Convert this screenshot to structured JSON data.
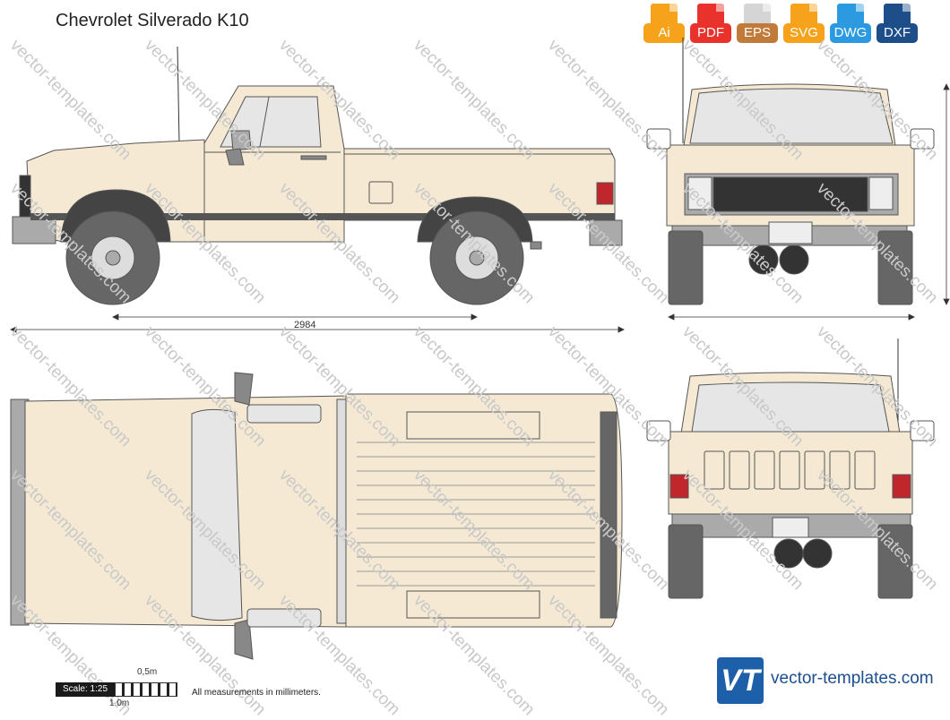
{
  "title": "Chevrolet Silverado K10",
  "formats": [
    {
      "label": "Ai",
      "color": "#f7a21b"
    },
    {
      "label": "PDF",
      "color": "#e8322b"
    },
    {
      "label": "EPS",
      "color": "#d5d5d5"
    },
    {
      "label": "SVG",
      "color": "#f7a21b"
    },
    {
      "label": "DWG",
      "color": "#2b9ae0"
    },
    {
      "label": "DXF",
      "color": "#1d4e8a"
    }
  ],
  "watermark": "vector-templates.com",
  "dimensions": {
    "wheelbase": "2984"
  },
  "scale": {
    "label": "Scale: 1:25",
    "half": "0,5m",
    "full": "1.0m"
  },
  "note": "All measurements in millimeters.",
  "brand": {
    "logo": "VT",
    "name": "vector-templates.com"
  },
  "colors": {
    "body": "#f5e9d3",
    "stripe": "#555555",
    "tire": "#666666",
    "glass": "#e6e6e6"
  }
}
